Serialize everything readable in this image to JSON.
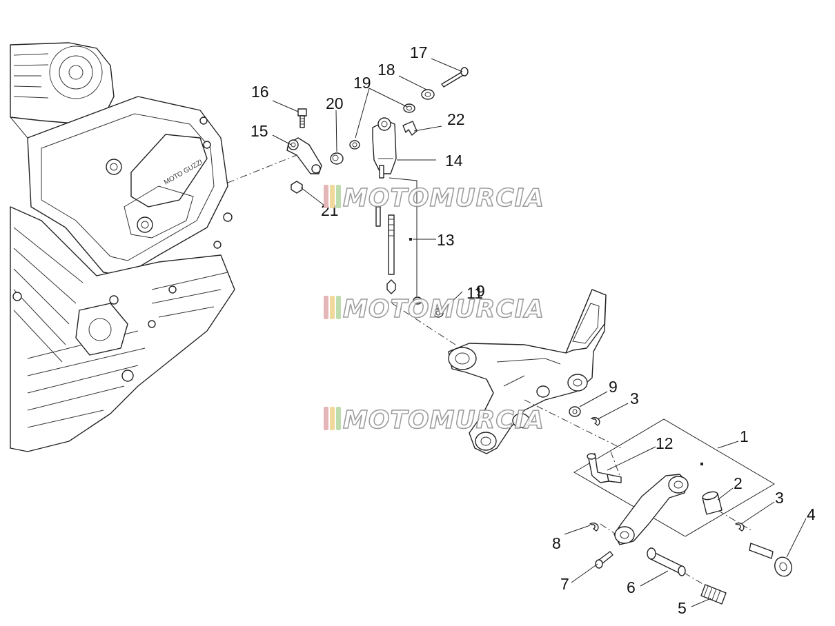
{
  "callouts": {
    "c1": "1",
    "c2": "2",
    "c3a": "3",
    "c3b": "3",
    "c4": "4",
    "c5": "5",
    "c6": "6",
    "c7": "7",
    "c8": "8",
    "c9a": "9",
    "c9b": "9",
    "c11": "11",
    "c12": "12",
    "c13": "13",
    "c14": "14",
    "c15": "15",
    "c16": "16",
    "c17": "17",
    "c18": "18",
    "c19": "19",
    "c20": "20",
    "c21": "21",
    "c22": "22"
  },
  "watermark": {
    "text": "MOTOMURCIA",
    "stripe_colors": [
      "#e5b6b8",
      "#f0d99a",
      "#bfdcae"
    ]
  },
  "engine": {
    "cover_text": "MOTO GUZZI"
  },
  "colors": {
    "line": "#222222",
    "background": "#ffffff"
  }
}
